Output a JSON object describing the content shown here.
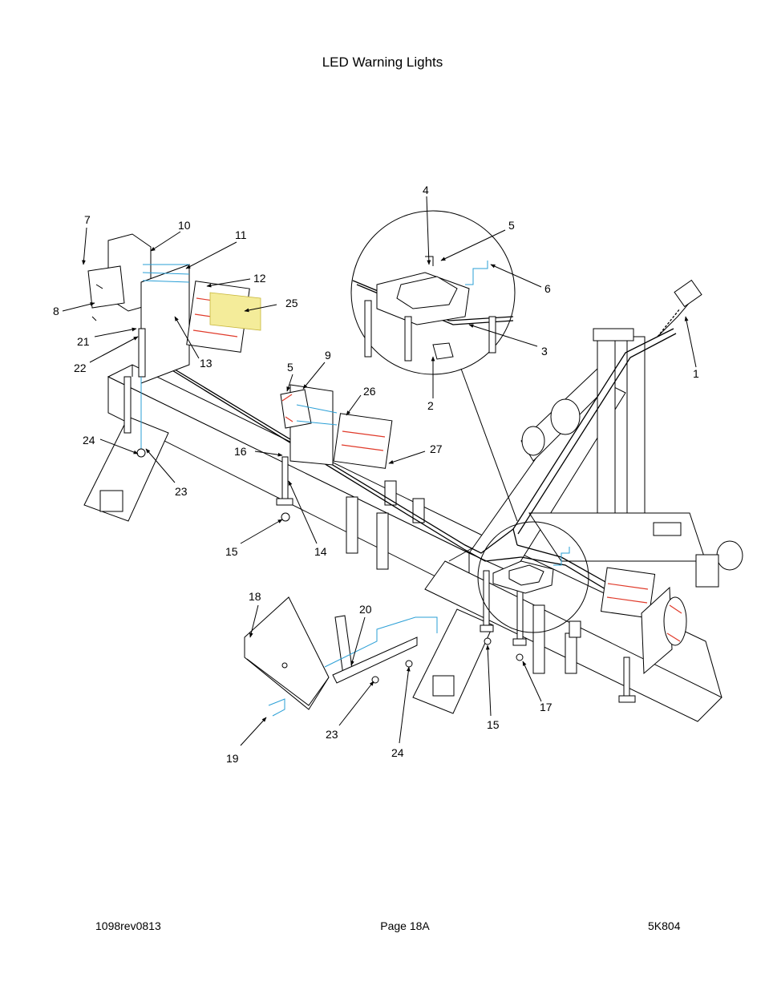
{
  "header": {
    "title": "LED Warning Lights"
  },
  "footer": {
    "left": "1098rev0813",
    "center": "Page 18A",
    "right": "5K804"
  },
  "callouts": [
    "1",
    "2",
    "3",
    "4",
    "5",
    "5",
    "6",
    "7",
    "8",
    "9",
    "10",
    "11",
    "12",
    "13",
    "14",
    "15",
    "15",
    "16",
    "17",
    "18",
    "19",
    "20",
    "21",
    "22",
    "23",
    "23",
    "24",
    "24",
    "25",
    "26",
    "27"
  ],
  "colors": {
    "wire": "#2a9fd6",
    "reflector": "#e03a2a",
    "amber": "#e8d84a"
  }
}
